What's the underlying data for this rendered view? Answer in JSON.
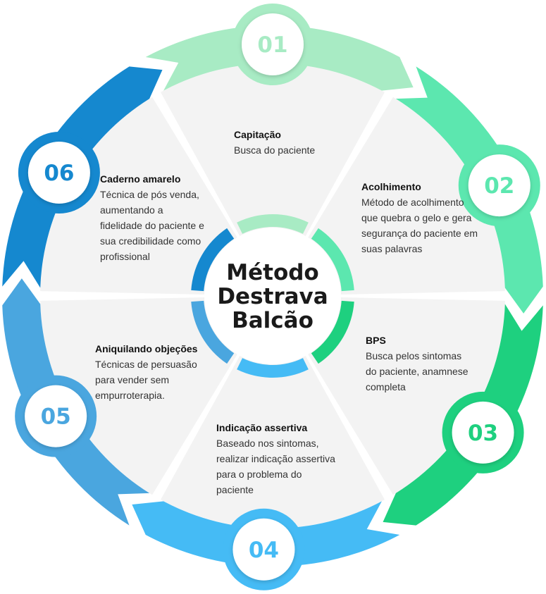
{
  "center": {
    "lines": [
      "Método",
      "Destrava",
      "Balcão"
    ]
  },
  "colors": {
    "step1": "#A8EBC4",
    "step2": "#5CE7AF",
    "step3": "#1ED07F",
    "step4": "#45BBF5",
    "step5": "#4AA6DF",
    "step6": "#1588CF",
    "text_gray": "#333333",
    "pie_fill": "#F3F3F3"
  },
  "steps": [
    {
      "number": "01",
      "title": "Capitação",
      "description": "Busca do paciente"
    },
    {
      "number": "02",
      "title": "Acolhimento",
      "description": "Método de acolhimento que quebra o gelo e gera segurança do paciente em suas palavras"
    },
    {
      "number": "03",
      "title": "BPS",
      "description": "Busca pelos sintomas do paciente, anamnese completa"
    },
    {
      "number": "04",
      "title": "Indicação assertiva",
      "description": "Baseado nos sintomas, realizar indicação assertiva para o problema do paciente"
    },
    {
      "number": "05",
      "title": "Aniquilando objeções",
      "description": "Técnicas de persuasão para vender sem empurroterapia."
    },
    {
      "number": "06",
      "title": "Caderno amarelo",
      "description": "Técnica de pós venda, aumentando a fidelidade do paciente e sua credibilidade como profissional"
    }
  ]
}
